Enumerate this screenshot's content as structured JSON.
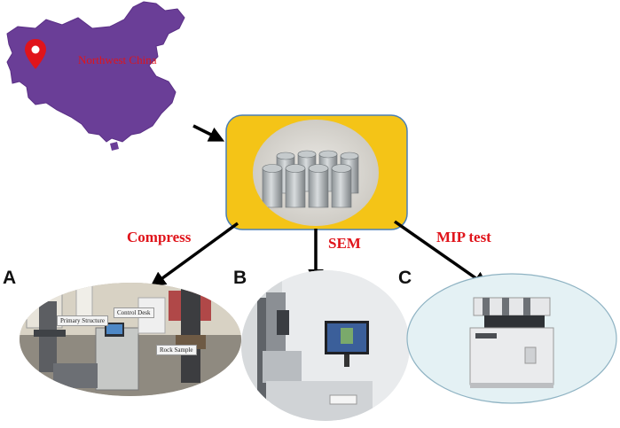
{
  "map": {
    "region_label": "Northwest China",
    "map_color": "#6a3e97",
    "pin_color": "#e0141b"
  },
  "sample_box": {
    "fill": "#f4c417",
    "border": "#4a7fb5"
  },
  "arrows": {
    "left_label": "Compress",
    "middle_label": "SEM",
    "right_label": "MIP test",
    "label_color": "#e0141b"
  },
  "panels": {
    "a": {
      "letter": "A",
      "tags": {
        "primary": "Primary Structure",
        "control": "Control Desk",
        "rock": "Rock Sample"
      }
    },
    "b": {
      "letter": "B"
    },
    "c": {
      "letter": "C",
      "fill": "#e4f1f4"
    }
  }
}
